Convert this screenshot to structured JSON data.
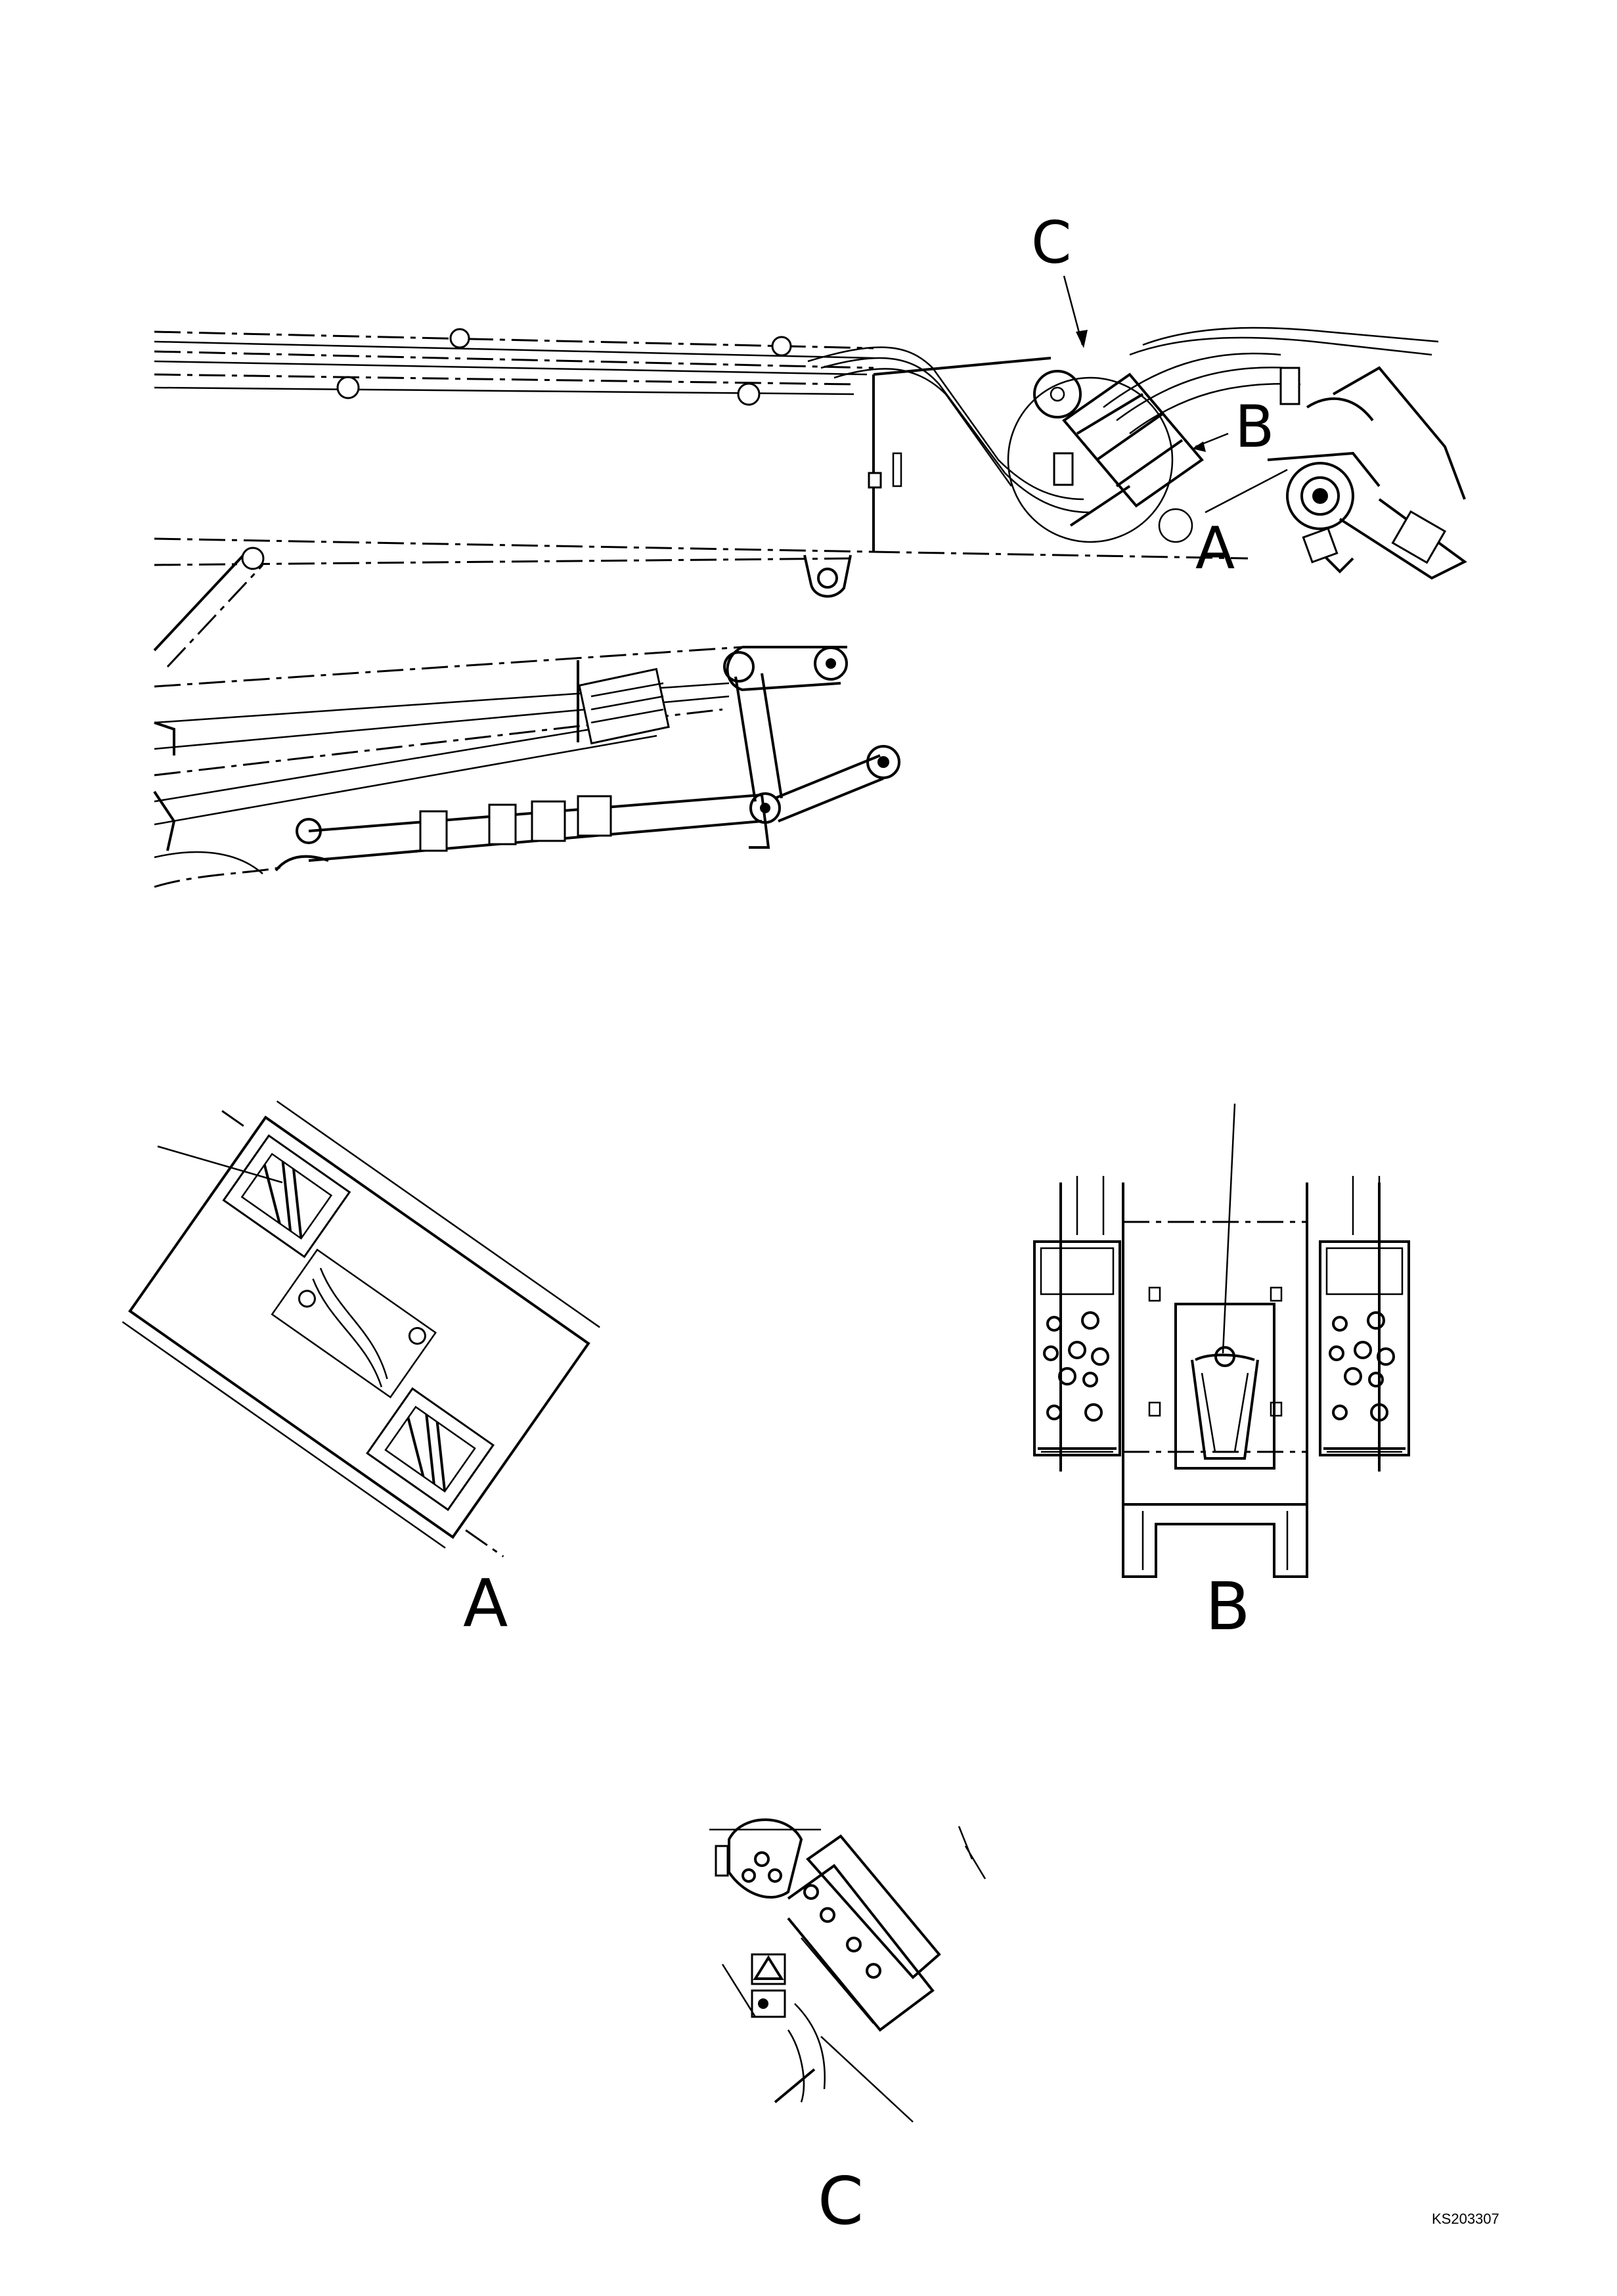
{
  "labels": {
    "main_c": "C",
    "main_b": "B",
    "main_a": "A",
    "detail_a": "A",
    "detail_b": "B",
    "detail_c": "C",
    "drawing_code": "KS203307"
  }
}
